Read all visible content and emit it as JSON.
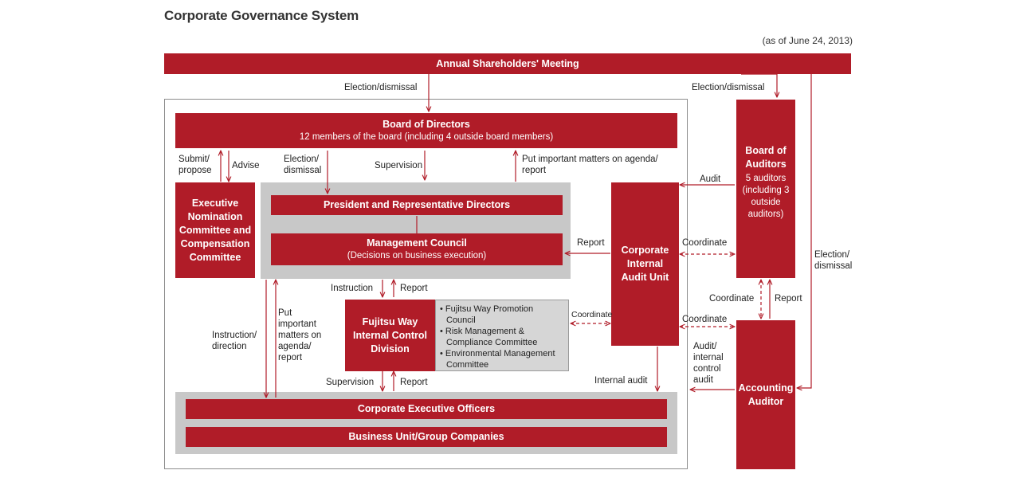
{
  "title": "Corporate Governance System",
  "as_of": "(as of June 24, 2013)",
  "colors": {
    "accent": "#b01c28",
    "panel": "#c8c8c8",
    "text": "#222222"
  },
  "nodes": {
    "shareholders": "Annual Shareholders' Meeting",
    "board_title": "Board of Directors",
    "board_sub": "12 members of the board (including 4 outside board members)",
    "president": "President and Representative Directors",
    "mgmt_title": "Management Council",
    "mgmt_sub": "(Decisions on business execution)",
    "nomination": "Executive Nomination Committee and Compensation Committee",
    "fujitsu_way": "Fujitsu Way Internal Control Division",
    "committees": [
      "Fujitsu Way Promotion Council",
      "Risk Management & Compliance Committee",
      "Environmental Management Committee"
    ],
    "internal_audit": "Corporate Internal Audit Unit",
    "auditors_title": "Board of Auditors",
    "auditors_sub": "5 auditors (including 3 outside auditors)",
    "accounting": "Accounting Auditor",
    "ceo": "Corporate Executive Officers",
    "business": "Business Unit/Group Companies"
  },
  "labels": {
    "election_board": "Election/dismissal",
    "election_auditors": "Election/dismissal",
    "election_accounting": "Election/ dismissal",
    "submit": "Submit/ propose",
    "advise": "Advise",
    "election_president": "Election/ dismissal",
    "supervision_top": "Supervision",
    "put_agenda_top": "Put important matters on agenda/ report",
    "audit": "Audit",
    "report_mgmt": "Report",
    "coordinate_top": "Coordinate",
    "instruction": "Instruction",
    "report_fw": "Report",
    "coordinate_fw": "Coordinate",
    "coordinate_right": "Coordinate",
    "coordinate_mid": "Coordinate",
    "report_right": "Report",
    "instruction_direction": "Instruction/ direction",
    "put_agenda_left": "Put important matters on agenda/ report",
    "supervision_bottom": "Supervision",
    "report_bottom": "Report",
    "internal_audit_lbl": "Internal audit",
    "audit_internal_control": "Audit/ internal control audit"
  }
}
